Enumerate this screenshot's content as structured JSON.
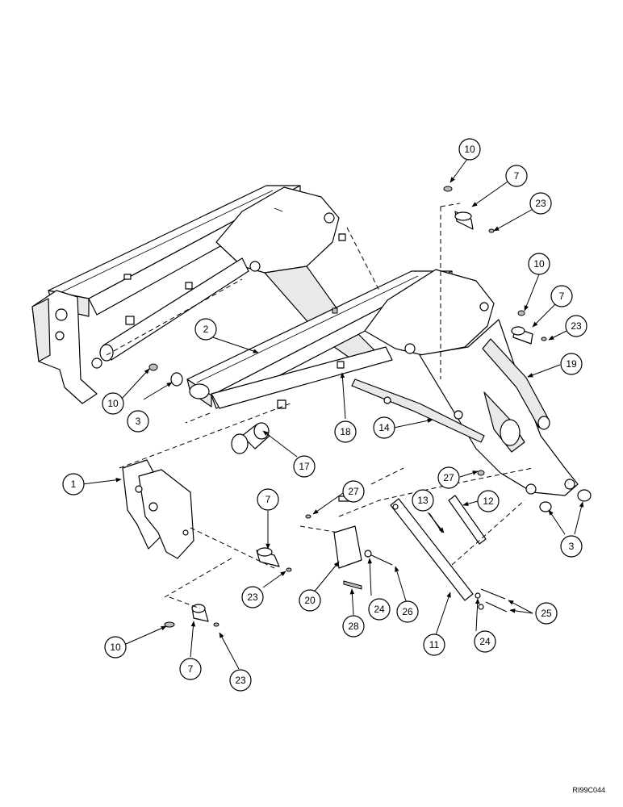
{
  "drawing": {
    "reference_code": "RI99C044",
    "callouts": [
      "10",
      "7",
      "23",
      "10",
      "7",
      "23",
      "19",
      "2",
      "10",
      "3",
      "18",
      "14",
      "17",
      "1",
      "27",
      "27",
      "13",
      "12",
      "7",
      "3",
      "23",
      "20",
      "24",
      "26",
      "28",
      "11",
      "24",
      "25",
      "10",
      "7",
      "23"
    ]
  }
}
